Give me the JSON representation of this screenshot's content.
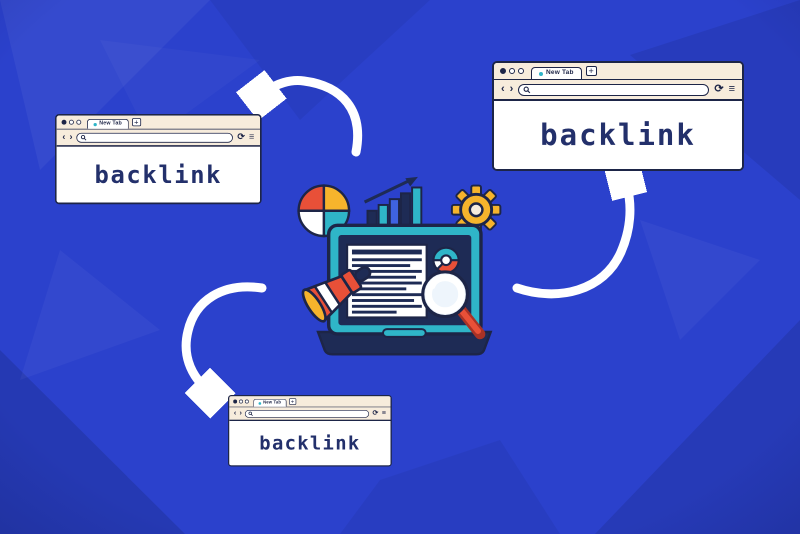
{
  "windows": [
    {
      "tab_label": "New Tab",
      "body_text": "backlink"
    },
    {
      "tab_label": "New Tab",
      "body_text": "backlink"
    },
    {
      "tab_label": "New Tab",
      "body_text": "backlink"
    }
  ],
  "chrome_icons": {
    "back_glyph": "‹",
    "forward_glyph": "›",
    "refresh_glyph": "⟳",
    "menu_glyph": "≡",
    "plus_glyph": "+"
  },
  "colors": {
    "bg_blue": "#2b41cc",
    "outline_navy": "#1d2547",
    "fill_navy": "#1e2b55",
    "teal": "#2fb5c8",
    "red": "#e85038",
    "yellow": "#f6b42c",
    "accent_blue": "#3f63e0",
    "chrome_cream": "#f7ecdc",
    "text_navy": "#23306b",
    "arrow_white": "#ffffff"
  }
}
